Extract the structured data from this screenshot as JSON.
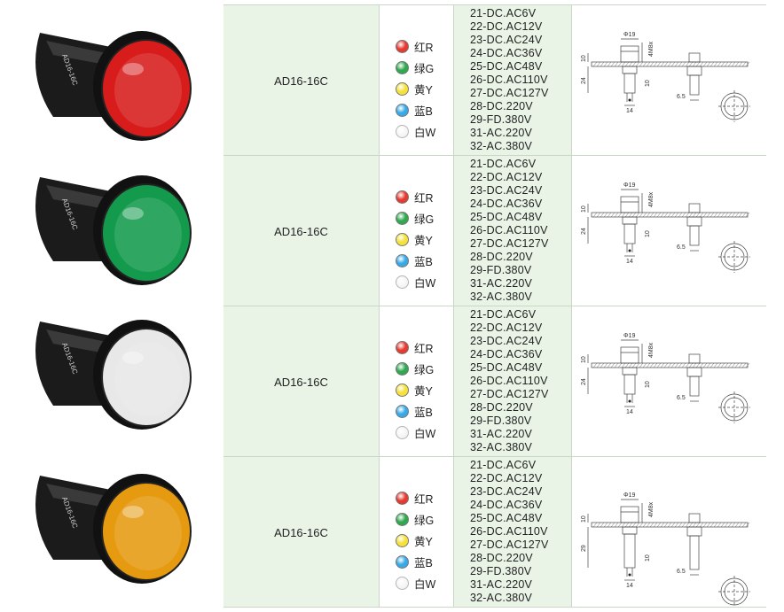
{
  "model_label": "AD16-16C",
  "colors": [
    {
      "label": "红R",
      "hex": "#e53a2f"
    },
    {
      "label": "绿G",
      "hex": "#2fa84e"
    },
    {
      "label": "黄Y",
      "hex": "#f4e13a"
    },
    {
      "label": "蓝B",
      "hex": "#36a9e6"
    },
    {
      "label": "白W",
      "hex": "#ffffff"
    }
  ],
  "voltages": [
    "21-DC.AC6V",
    "22-DC.AC12V",
    "23-DC.AC24V",
    "24-DC.AC36V",
    "25-DC.AC48V",
    "26-DC.AC110V",
    "27-DC.AC127V",
    "28-DC.220V",
    "29-FD.380V",
    "31-AC.220V",
    "32-AC.380V"
  ],
  "rows": [
    {
      "lamp_color": "#d81c1c",
      "housing_text": "AD16-16C"
    },
    {
      "lamp_color": "#139a4c",
      "housing_text": "AD16-16C"
    },
    {
      "lamp_color": "#e8e8e8",
      "housing_text": "AD16-16C"
    },
    {
      "lamp_color": "#e69a10",
      "housing_text": "AD16-16C"
    }
  ],
  "drawing_labels": {
    "diameter": "Φ19",
    "thread": "4M8x",
    "dim_10": "10",
    "dim_24": "24",
    "dim_29": "29",
    "dim_14": "14",
    "dim_6_5": "6.5"
  },
  "drawing_height_labels": [
    "24",
    "24",
    "24",
    "29"
  ]
}
